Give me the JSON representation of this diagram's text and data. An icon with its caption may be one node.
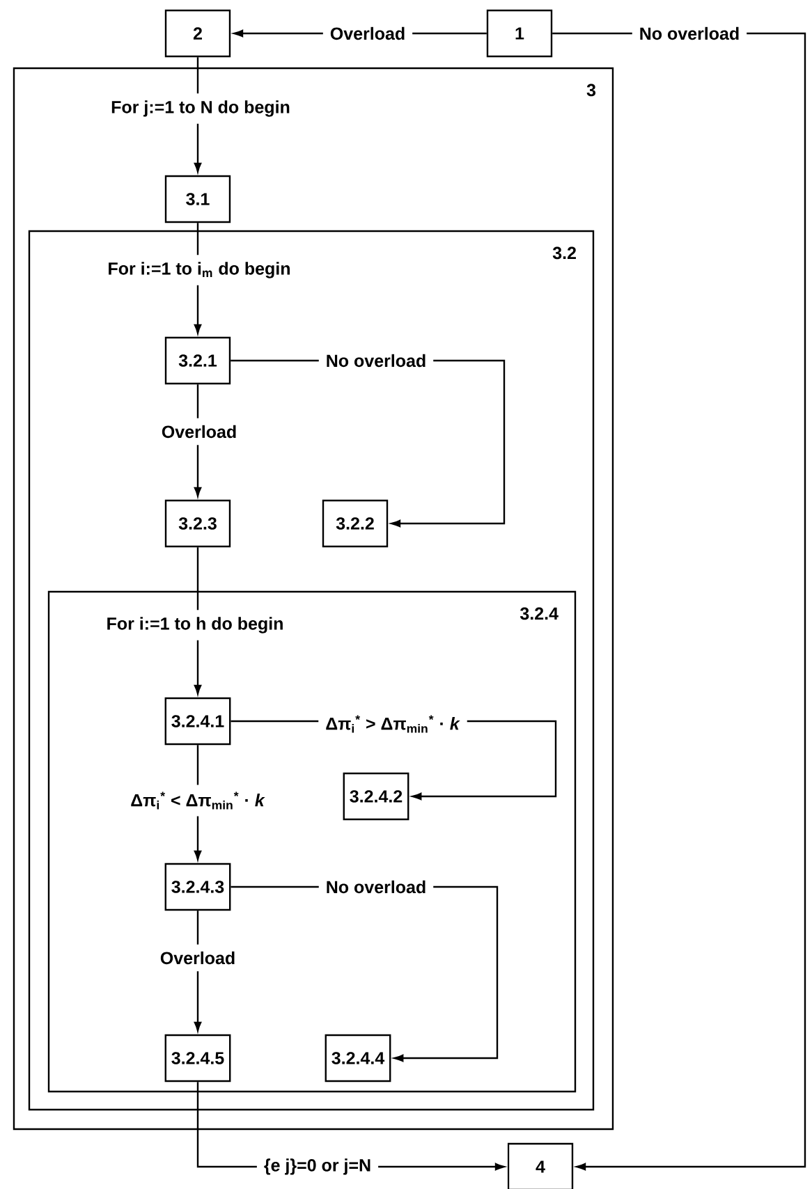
{
  "diagram": {
    "nodes": [
      {
        "text": [
          "2"
        ]
      },
      {
        "text": [
          "1"
        ]
      },
      {
        "text": [
          "3"
        ]
      },
      {
        "text": [
          "3.1"
        ],
        "in": 2
      },
      {
        "text": [
          "3.2"
        ],
        "in": 2
      },
      {
        "text": [
          "3.2.1"
        ],
        "in": 4
      },
      {
        "text": [
          "3.2.3"
        ],
        "in": 4
      },
      {
        "text": [
          "3.2.2"
        ],
        "in": 4
      },
      {
        "text": [
          "3.2.4"
        ],
        "in": 4
      },
      {
        "text": [
          "3.2.4.1"
        ],
        "in": 8
      },
      {
        "text": [
          "3.2.4.2"
        ],
        "in": 8
      },
      {
        "text": [
          "3.2.4.3"
        ],
        "in": 8
      },
      {
        "text": [
          "3.2.4.5"
        ],
        "in": 8
      },
      {
        "text": [
          "3.2.4.4"
        ],
        "in": 8
      },
      {
        "text": [
          "4"
        ]
      }
    ],
    "edges": [
      {
        "from": 1,
        "to": 0,
        "arrow": "to",
        "label": "Overload"
      },
      {
        "from": 1,
        "to": 14,
        "arrow": "to",
        "label": "No overload"
      },
      {
        "from": 0,
        "to": 3,
        "arrow": "to",
        "label": "For j:=1 to N do begin"
      },
      {
        "from": 3,
        "to": 5,
        "arrow": "to",
        "label": "For i:=1 to i$_{m}$ do begin"
      },
      {
        "from": 5,
        "to": 6,
        "arrow": "to",
        "label": "Overload"
      },
      {
        "from": 5,
        "to": 7,
        "arrow": "to",
        "label": "No overload"
      },
      {
        "from": 6,
        "to": 9,
        "arrow": "to",
        "label": "For i:=1 to h do begin"
      },
      {
        "from": 9,
        "to": 10,
        "arrow": "to",
        "label": "Δπ$_{i}$$^{*}$ > Δπ$_{min}$$^{*}$ · *k*"
      },
      {
        "from": 9,
        "to": 11,
        "arrow": "to",
        "label": "Δπ$_{i}$$^{*}$ < Δπ$_{min}$$^{*}$ · *k*"
      },
      {
        "from": 11,
        "to": 12,
        "arrow": "to",
        "label": "Overload"
      },
      {
        "from": 11,
        "to": 13,
        "arrow": "to",
        "label": "No overload"
      },
      {
        "from": 12,
        "to": 14,
        "arrow": "to",
        "label": "{e j}=0 or j=N"
      }
    ]
  }
}
